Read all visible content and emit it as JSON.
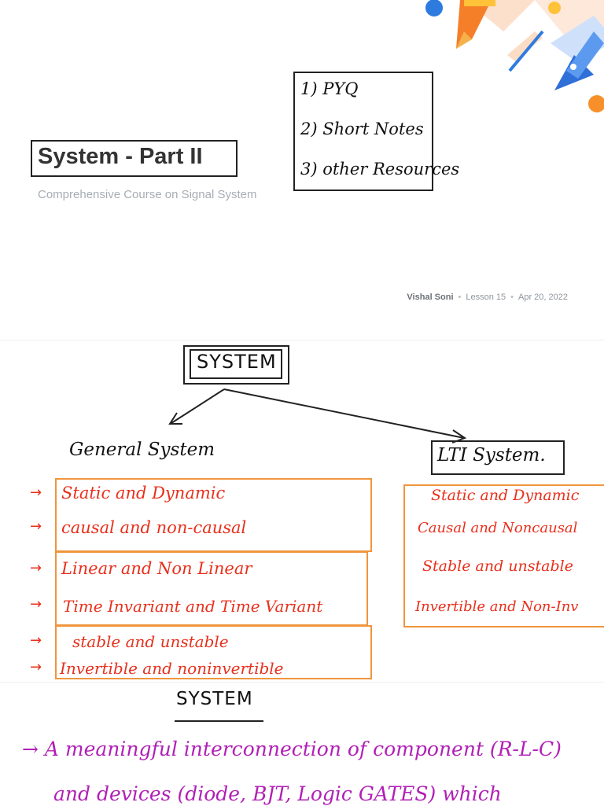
{
  "slide1": {
    "title": "System - Part II",
    "subtitle": "Comprehensive Course on Signal System",
    "topics": [
      "1) PYQ",
      "2) Short Notes",
      "3) other Resources"
    ],
    "meta": {
      "author": "Vishal Soni",
      "lesson": "Lesson 15",
      "date": "Apr 20, 2022"
    }
  },
  "slide2": {
    "root": "SYSTEM",
    "general_label": "General System",
    "lti_label": "LTI System.",
    "general_items": [
      "Static and Dynamic",
      "causal and non-causal",
      "Linear and Non Linear",
      "Time Invariant and Time Variant",
      "stable and unstable",
      "Invertible and noninvertible"
    ],
    "lti_items": [
      "Static and Dynamic",
      "Causal and Noncausal",
      "Stable and unstable",
      "Invertible and Non-Inv"
    ]
  },
  "slide3": {
    "heading": "SYSTEM",
    "line1": "→ A meaningful interconnection of component (R-L-C)",
    "line2": "and devices (diode, BJT, Logic GATES) which"
  },
  "colors": {
    "ink_red": "#e8301c",
    "ink_purple": "#b11fb6",
    "box_orange": "#f0953e",
    "ink_black": "#111111"
  }
}
